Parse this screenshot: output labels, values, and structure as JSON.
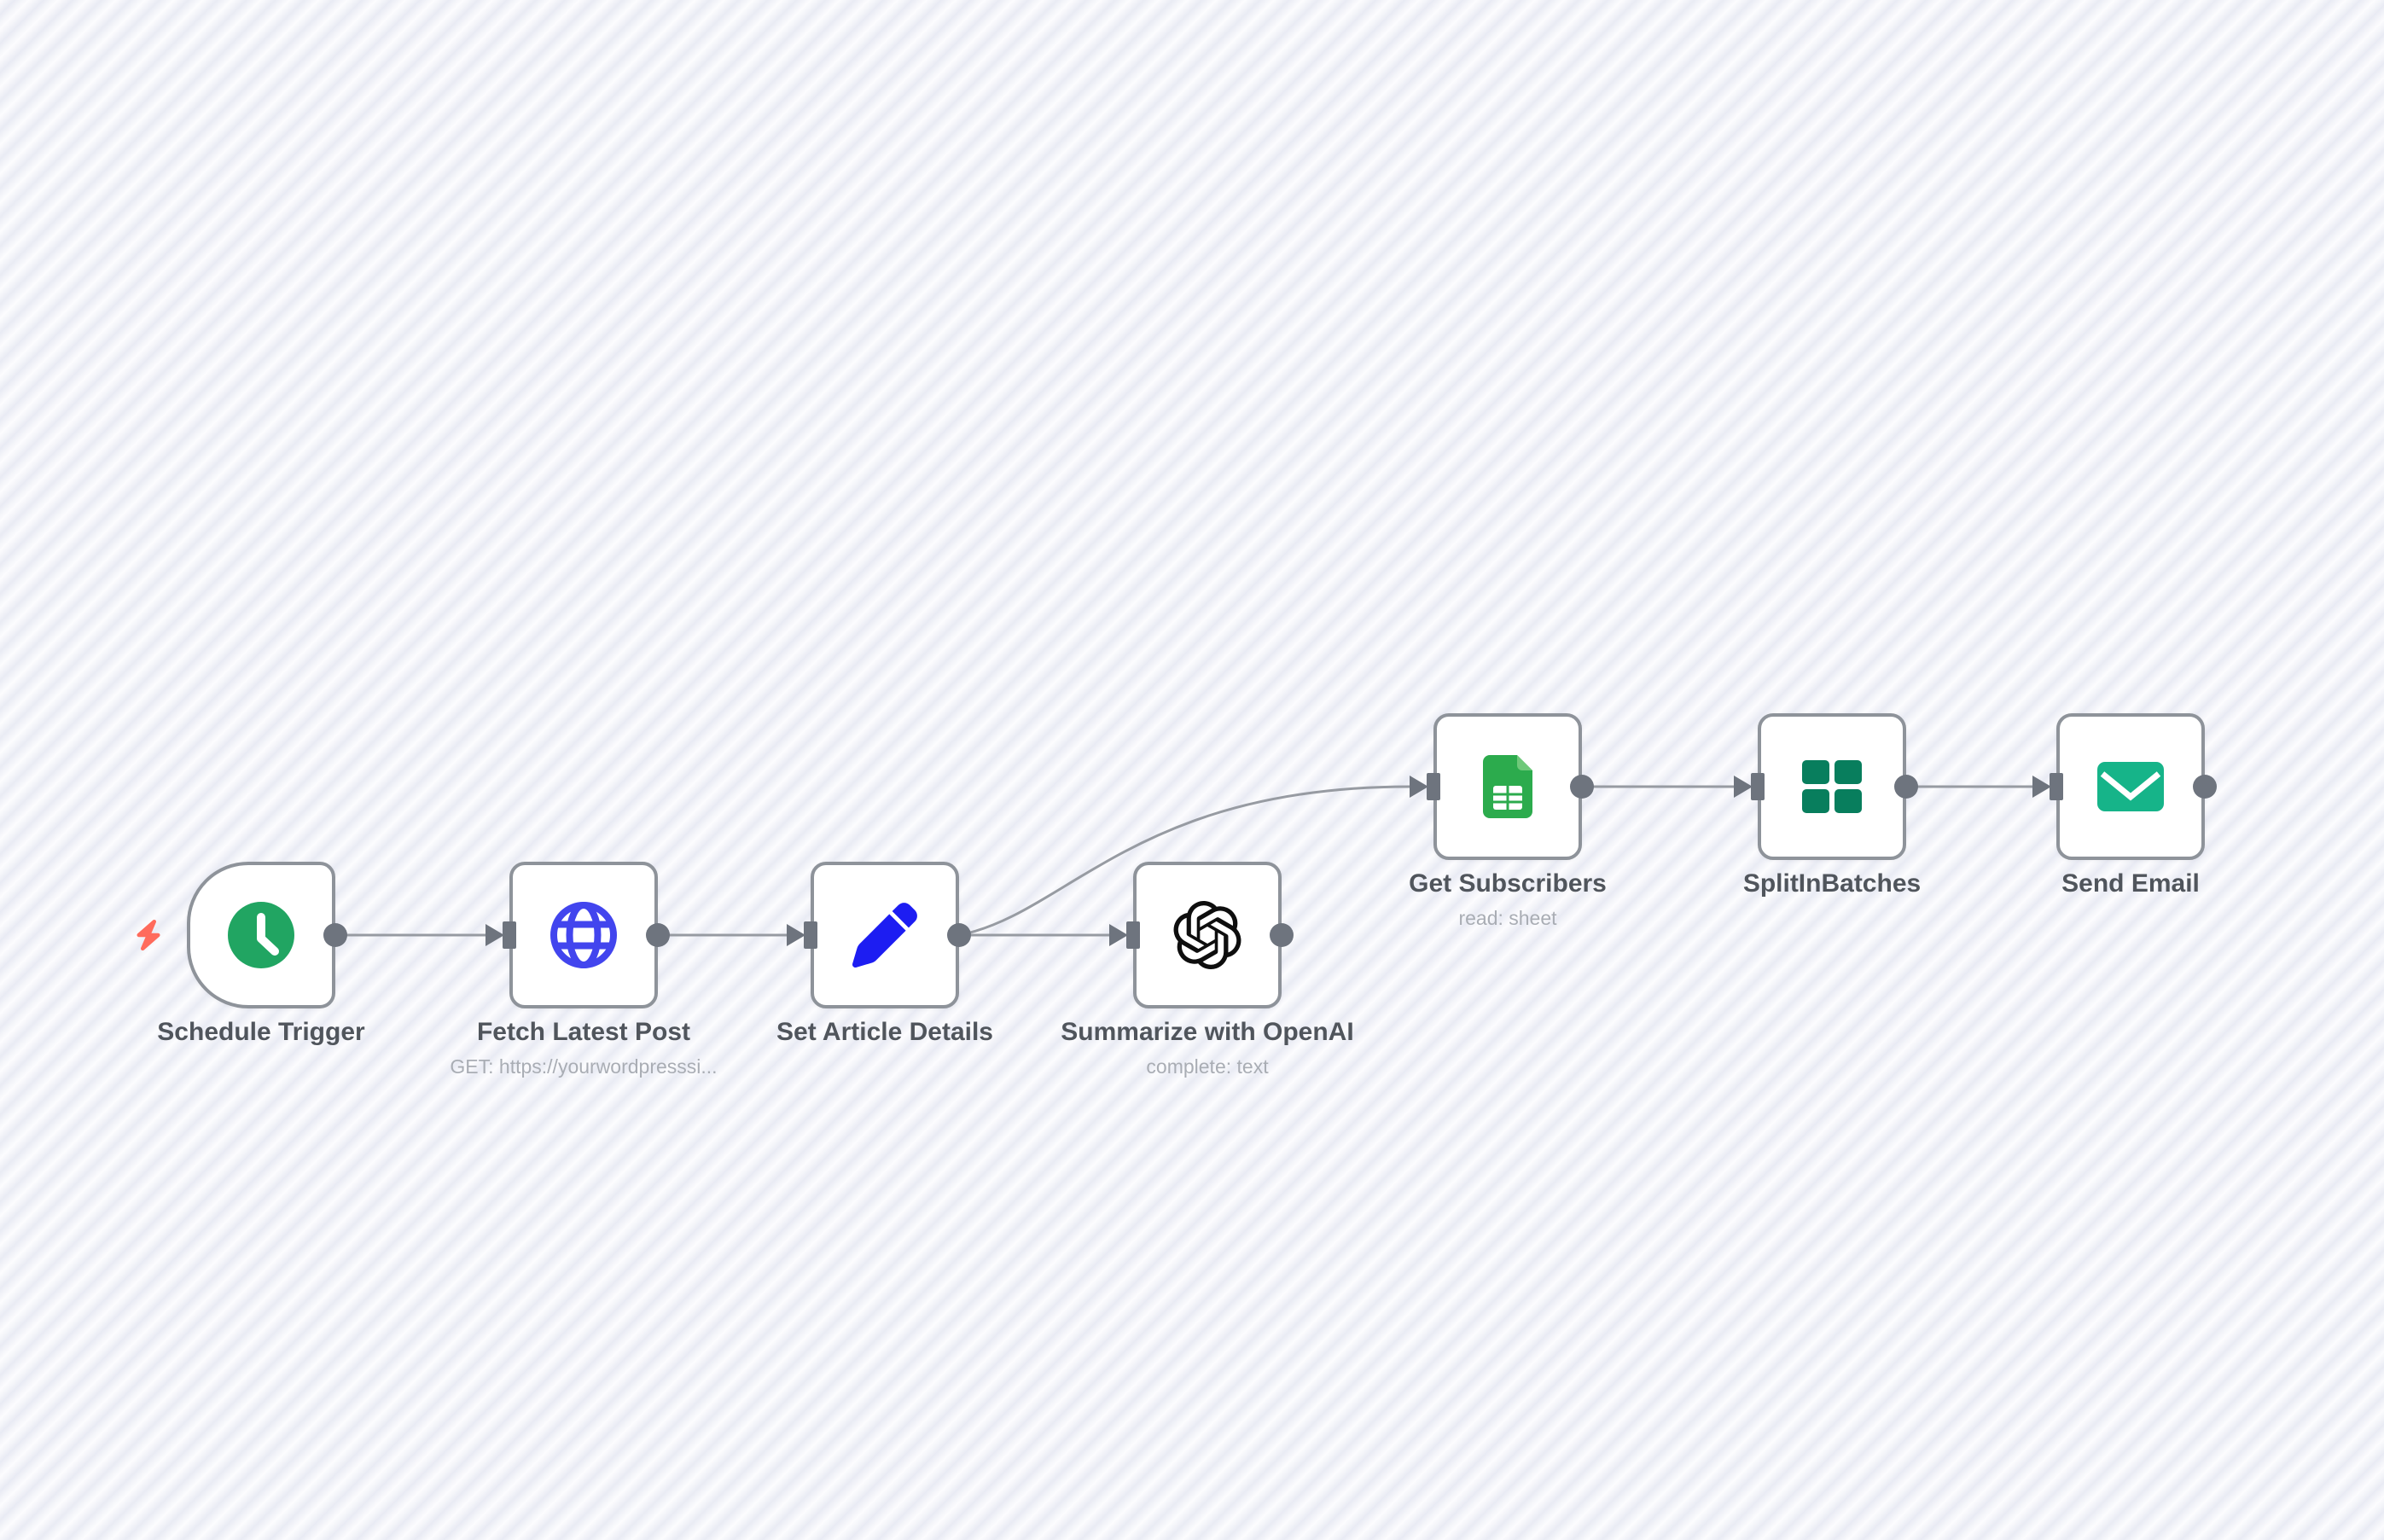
{
  "workflow": {
    "nodes": [
      {
        "label": "Schedule Trigger",
        "subtitle": "",
        "icon": "clock-icon"
      },
      {
        "label": "Fetch Latest Post",
        "subtitle": "GET: https://yourwordpresssi...",
        "icon": "globe-icon"
      },
      {
        "label": "Set Article Details",
        "subtitle": "",
        "icon": "pencil-icon"
      },
      {
        "label": "Summarize with OpenAI",
        "subtitle": "complete: text",
        "icon": "openai-icon"
      },
      {
        "label": "Get Subscribers",
        "subtitle": "read: sheet",
        "icon": "google-sheets-icon"
      },
      {
        "label": "SplitInBatches",
        "subtitle": "",
        "icon": "split-grid-icon"
      },
      {
        "label": "Send Email",
        "subtitle": "",
        "icon": "envelope-icon"
      }
    ],
    "connections": [
      {
        "from": "Schedule Trigger",
        "to": "Fetch Latest Post"
      },
      {
        "from": "Fetch Latest Post",
        "to": "Set Article Details"
      },
      {
        "from": "Set Article Details",
        "to": "Summarize with OpenAI"
      },
      {
        "from": "Set Article Details",
        "to": "Get Subscribers"
      },
      {
        "from": "Get Subscribers",
        "to": "SplitInBatches"
      },
      {
        "from": "SplitInBatches",
        "to": "Send Email"
      }
    ],
    "colors": {
      "clock_green": "#21a562",
      "globe_indigo": "#4245ee",
      "pencil_blue": "#1d1df2",
      "openai_black": "#0e0e0e",
      "sheets_green": "#2cab4d",
      "sheets_fold": "#6fc97a",
      "split_green": "#087e5d",
      "email_teal": "#16b489",
      "bolt_coral": "#ff6b5c",
      "port_gray": "#6e747e",
      "line_gray": "#979ba2"
    }
  }
}
